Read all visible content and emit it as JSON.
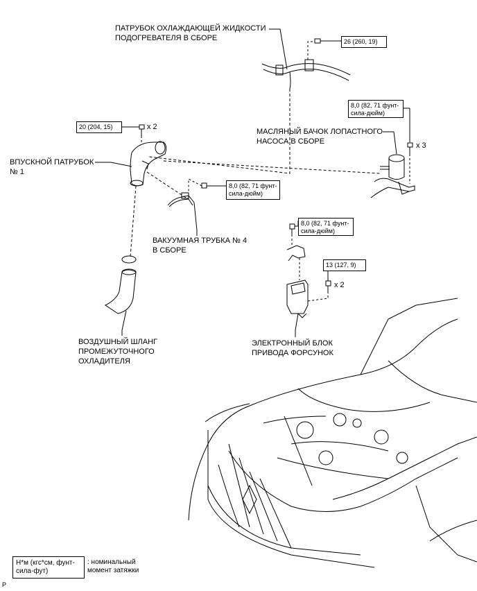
{
  "labels": {
    "heater_pipe": [
      "ПАТРУБОК ОХЛАЖДАЮЩЕЙ ЖИДКОСТИ",
      "ПОДОГРЕВАТЕЛЯ В СБОРЕ"
    ],
    "oil_tank": [
      "МАСЛЯНЫЙ БАЧОК ЛОПАСТНОГО",
      "НАСОСА В СБОРЕ"
    ],
    "intake_pipe": [
      "ВПУСКНОЙ ПАТРУБОК",
      "№ 1"
    ],
    "vacuum_tube": [
      "ВАКУУМНАЯ ТРУБКА № 4",
      "В СБОРЕ"
    ],
    "air_hose": [
      "ВОЗДУШНЫЙ ШЛАНГ",
      "ПРОМЕЖУТОЧНОГО",
      "ОХЛАДИТЕЛЯ"
    ],
    "injector_ecu": [
      "ЭЛЕКТРОННЫЙ БЛОК",
      "ПРИВОДА ФОРСУНОК"
    ]
  },
  "torques": {
    "heater_bolt": "26 (260, 19)",
    "intake_bolt": "20 (204, 15)",
    "vacuum_bolt": [
      "8,0 (82, 71 фунт-",
      "сила-дюйм)"
    ],
    "tank_bolt": [
      "8,0 (82, 71 фунт-",
      "сила-дюйм)"
    ],
    "ecu_bracket_bolt": [
      "8,0 (82, 71 фунт-",
      "сила-дюйм)"
    ],
    "ecu_bolt": "13 (127, 9)"
  },
  "multipliers": {
    "intake": "x 2",
    "tank": "x 3",
    "ecu": "x 2"
  },
  "legend": {
    "box": [
      "Н*м (кгс*см, фунт-",
      "сила-фут)"
    ],
    "text": [
      ": номинальный",
      "момент затяжки"
    ]
  },
  "corner_mark": "P"
}
